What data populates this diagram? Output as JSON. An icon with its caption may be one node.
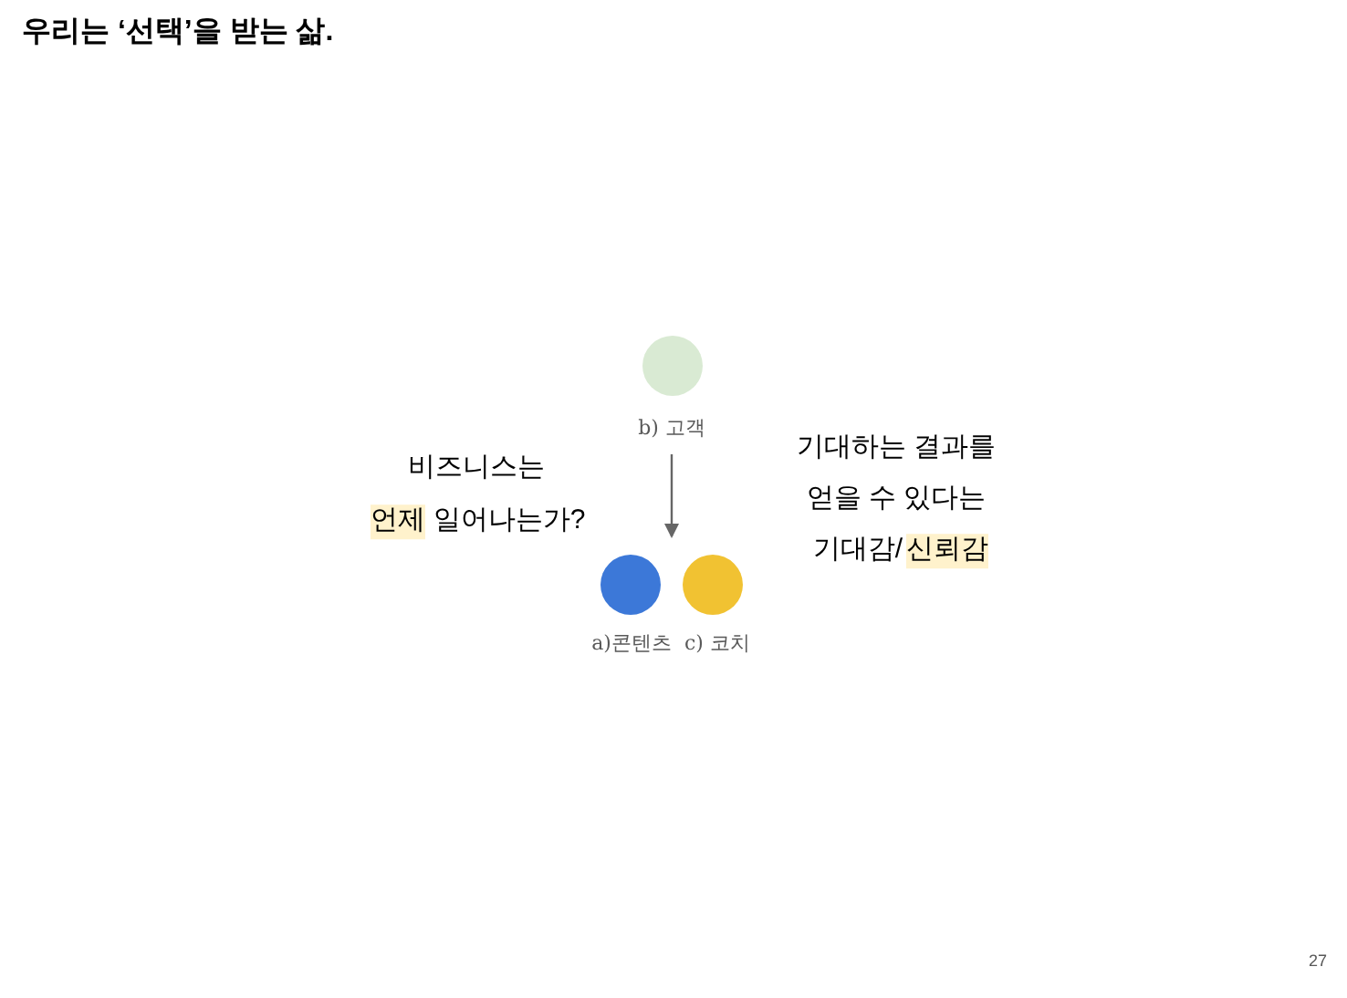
{
  "diagram": {
    "title": "우리는 ‘선택’을 받는 삶.",
    "nodes": [
      {
        "text": [],
        "shape": "circle",
        "beside": [
          "b) 고객"
        ]
      },
      {
        "text": [],
        "shape": "circle",
        "beside": [
          "a)콘텐츠"
        ]
      },
      {
        "text": [],
        "shape": "circle",
        "beside": [
          "c) 코치"
        ]
      }
    ],
    "edges": [
      {
        "from": 0,
        "to": 1,
        "arrow": "to"
      }
    ],
    "labels": [
      "비즈니스는",
      "언제",
      "일어나는가?",
      "기대하는 결과를",
      "얻을 수 있다는",
      "기대감/",
      "신뢰감",
      "27"
    ]
  }
}
